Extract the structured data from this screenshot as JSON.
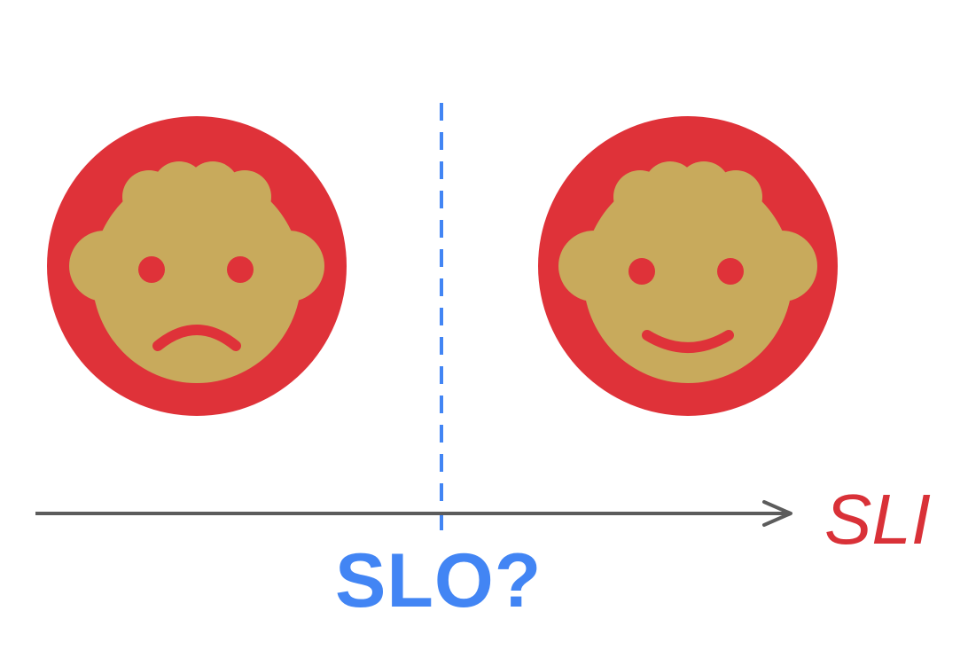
{
  "labels": {
    "threshold": "SLO?",
    "axis": "SLI"
  },
  "faces": [
    {
      "name": "unhappy-face-icon",
      "mood": "sad"
    },
    {
      "name": "happy-face-icon",
      "mood": "happy"
    }
  ],
  "colors": {
    "face_background": "#df3239",
    "face_skin": "#c8aa5c",
    "axis_line": "#5c5c5c",
    "threshold_line": "#4285f4",
    "threshold_text": "#4285f4",
    "axis_text": "#d93138"
  }
}
